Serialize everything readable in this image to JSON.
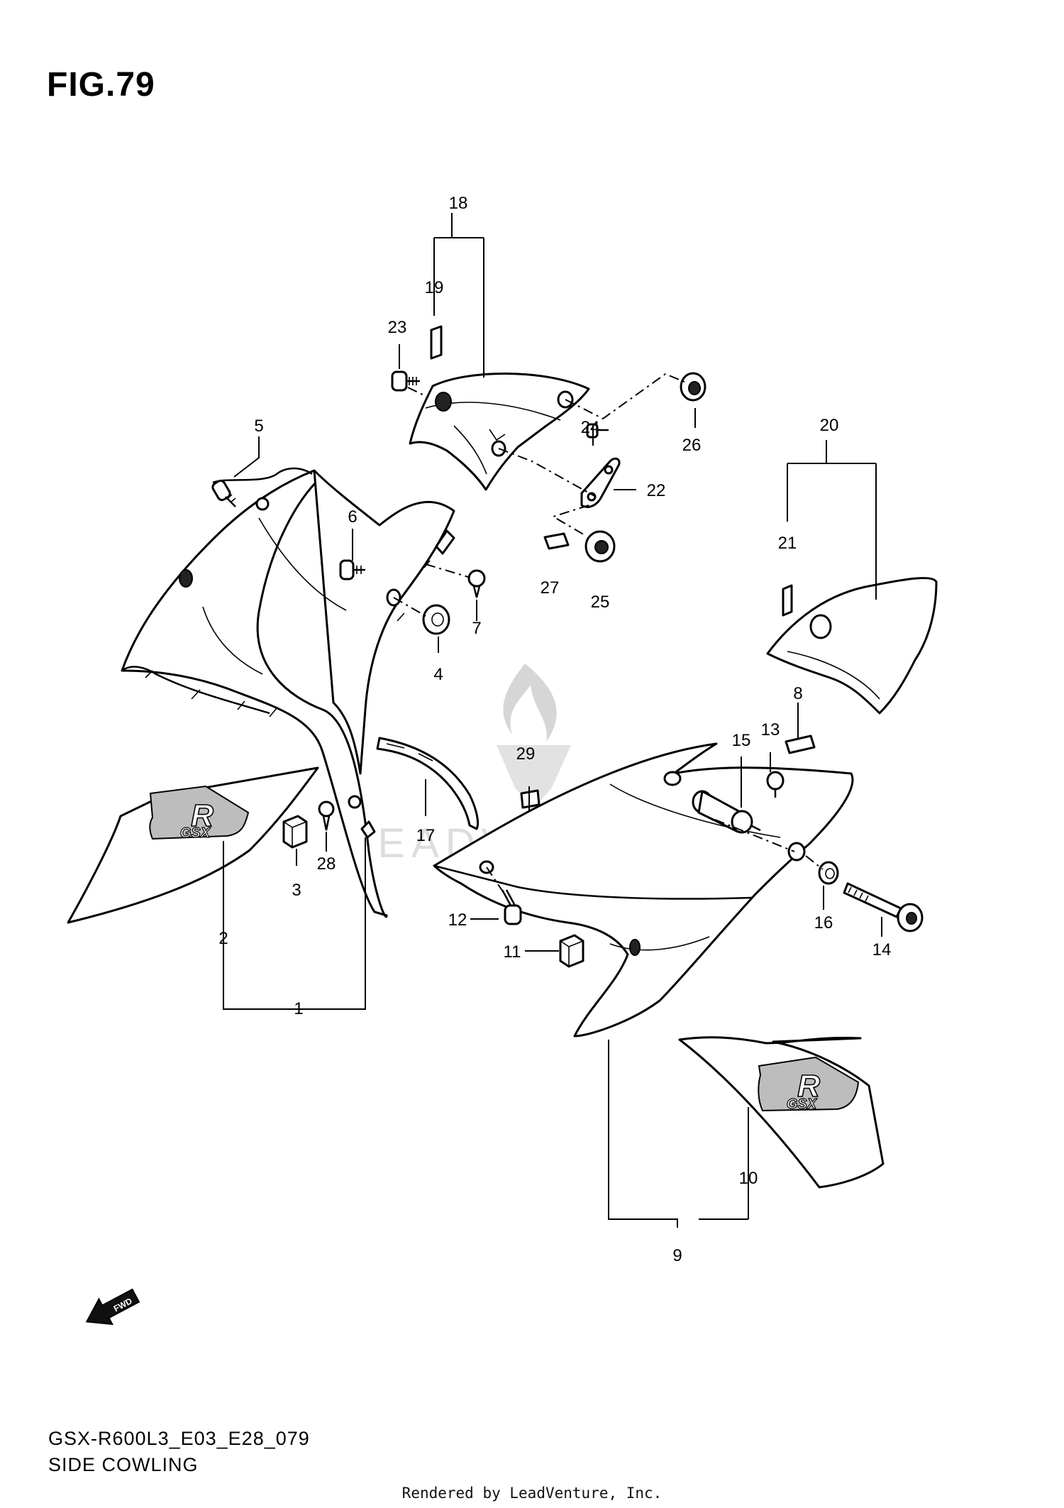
{
  "figure": {
    "title": "FIG.79",
    "model_code": "GSX-R600L3_E03_E28_079",
    "name": "SIDE COWLING",
    "rendered_by": "Rendered by LeadVenture, Inc."
  },
  "watermark": {
    "text": "LEADVENTURE"
  },
  "fwd_arrow": {
    "label": "FWD"
  },
  "decal_text": {
    "big": "R",
    "small": "GSX"
  },
  "callouts": [
    {
      "id": "c1",
      "label": "1"
    },
    {
      "id": "c2",
      "label": "2"
    },
    {
      "id": "c3",
      "label": "3"
    },
    {
      "id": "c4",
      "label": "4"
    },
    {
      "id": "c5",
      "label": "5"
    },
    {
      "id": "c6",
      "label": "6"
    },
    {
      "id": "c7",
      "label": "7"
    },
    {
      "id": "c8",
      "label": "8"
    },
    {
      "id": "c9",
      "label": "9"
    },
    {
      "id": "c10",
      "label": "10"
    },
    {
      "id": "c11",
      "label": "11"
    },
    {
      "id": "c12",
      "label": "12"
    },
    {
      "id": "c13",
      "label": "13"
    },
    {
      "id": "c14",
      "label": "14"
    },
    {
      "id": "c15",
      "label": "15"
    },
    {
      "id": "c16",
      "label": "16"
    },
    {
      "id": "c17",
      "label": "17"
    },
    {
      "id": "c18",
      "label": "18"
    },
    {
      "id": "c19",
      "label": "19"
    },
    {
      "id": "c20",
      "label": "20"
    },
    {
      "id": "c21",
      "label": "21"
    },
    {
      "id": "c22",
      "label": "22"
    },
    {
      "id": "c23",
      "label": "23"
    },
    {
      "id": "c24",
      "label": "24"
    },
    {
      "id": "c25",
      "label": "25"
    },
    {
      "id": "c26",
      "label": "26"
    },
    {
      "id": "c27",
      "label": "27"
    },
    {
      "id": "c28",
      "label": "28"
    },
    {
      "id": "c29",
      "label": "29"
    }
  ]
}
